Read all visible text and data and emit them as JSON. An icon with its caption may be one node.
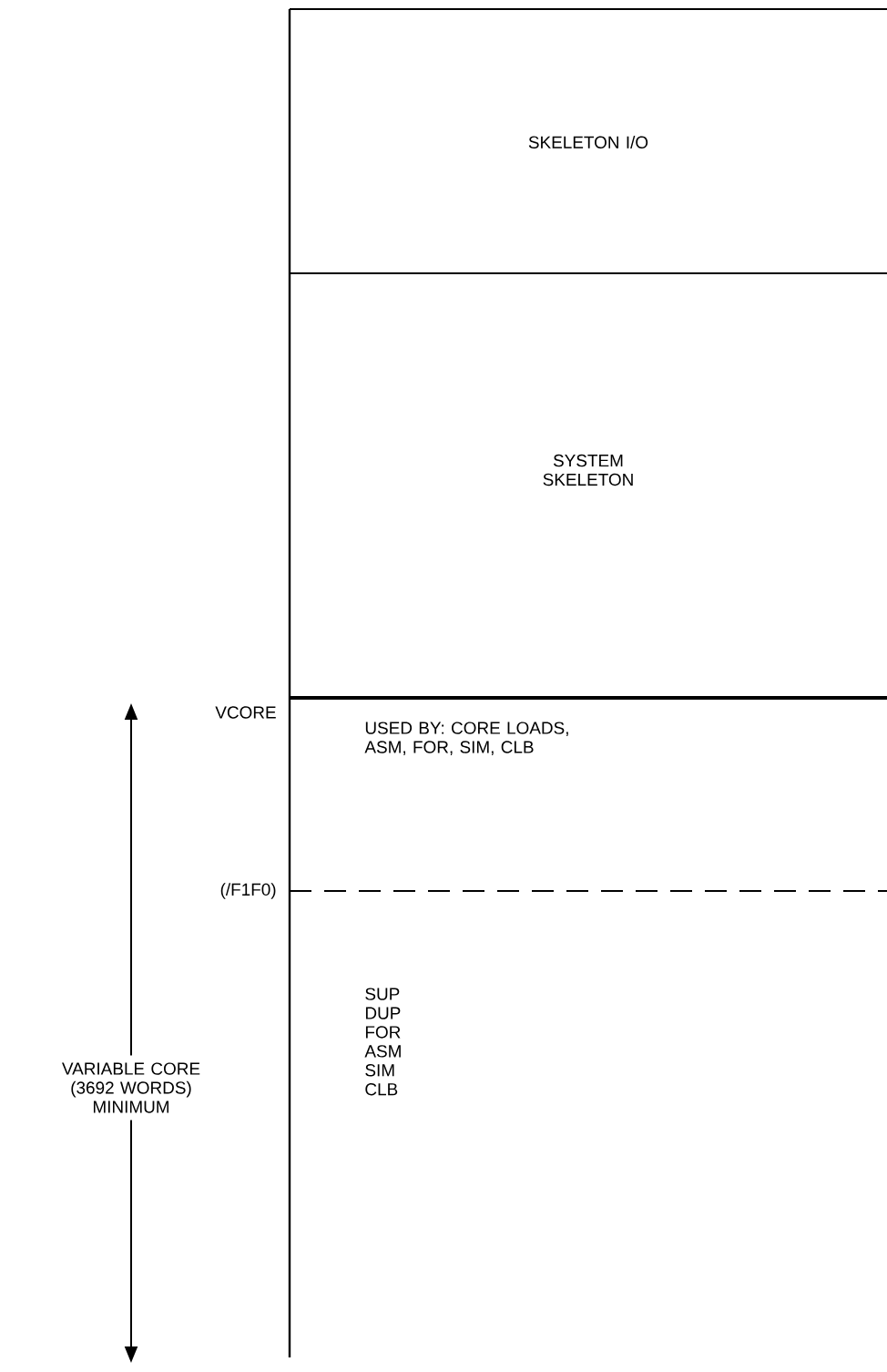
{
  "diagram": {
    "nodes": [
      {
        "text": [
          "SKELETON I/O"
        ]
      },
      {
        "text": [
          "SYSTEM SKELETON"
        ]
      },
      {
        "text": [
          "USED BY:  CORE LOADS, ASM, FOR, SIM, CLB"
        ]
      },
      {
        "text": [
          "SUP DUP FOR ASM SIM CLB"
        ]
      }
    ],
    "labels": [
      "VCORE",
      "(/F1F0)",
      "VARIABLE CORE (3692 WORDS) MINIMUM"
    ]
  }
}
